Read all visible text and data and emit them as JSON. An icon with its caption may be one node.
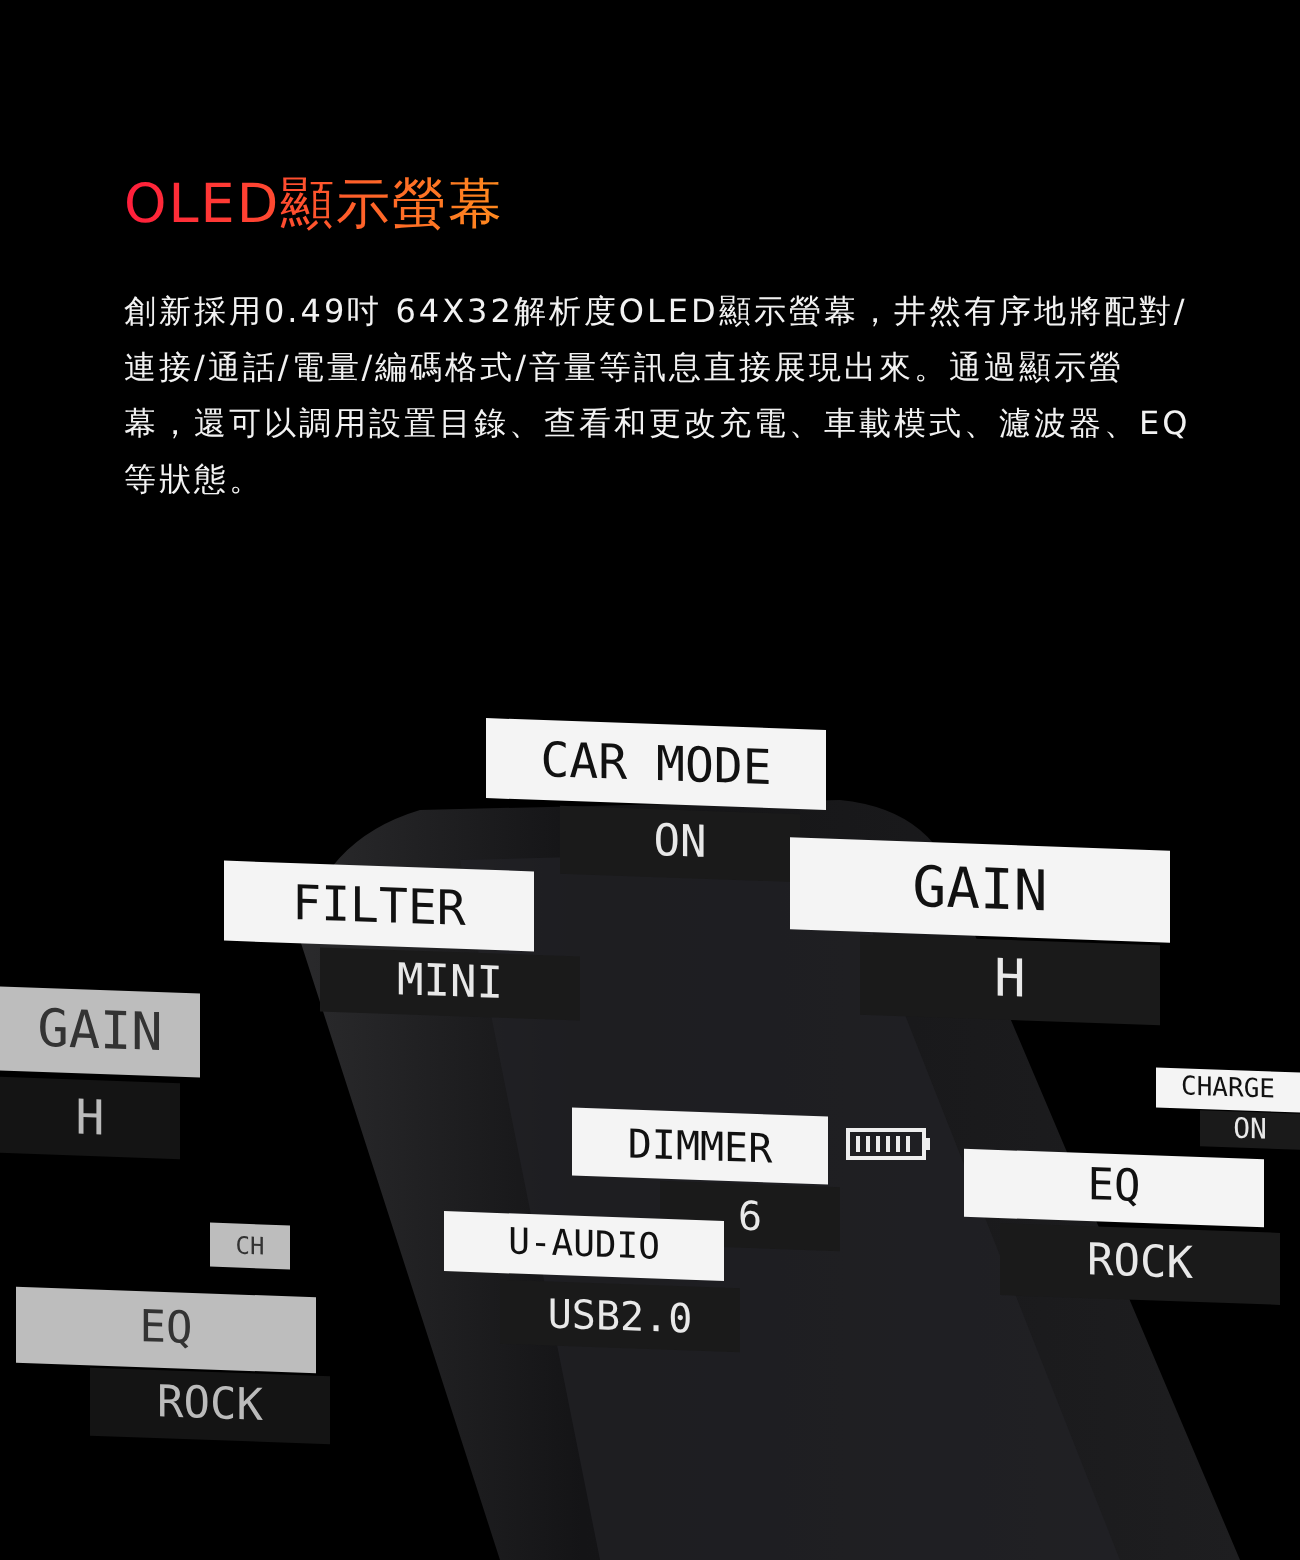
{
  "diagram": {
    "title": "OLED顯示螢幕",
    "labels": [
      "創新採用0.49吋 64X32解析度OLED顯示螢幕，井然有序地將配對/連接/通話/電量/編碼格式/音量等訊息直接展現出來。通過顯示螢幕，還可以調用設置目錄、查看和更改充電、車載模式、濾波器、EQ等狀態。",
      "CAR MODE",
      "ON",
      "GAIN",
      "FILTER",
      "H",
      "MINI",
      "GAIN",
      "CHARGE",
      "DIMMER",
      "H",
      "ON",
      "EQ",
      "6",
      "U-AUDIO",
      "CH",
      "ROCK",
      "USB2.0",
      "EQ",
      "ROCK"
    ]
  }
}
